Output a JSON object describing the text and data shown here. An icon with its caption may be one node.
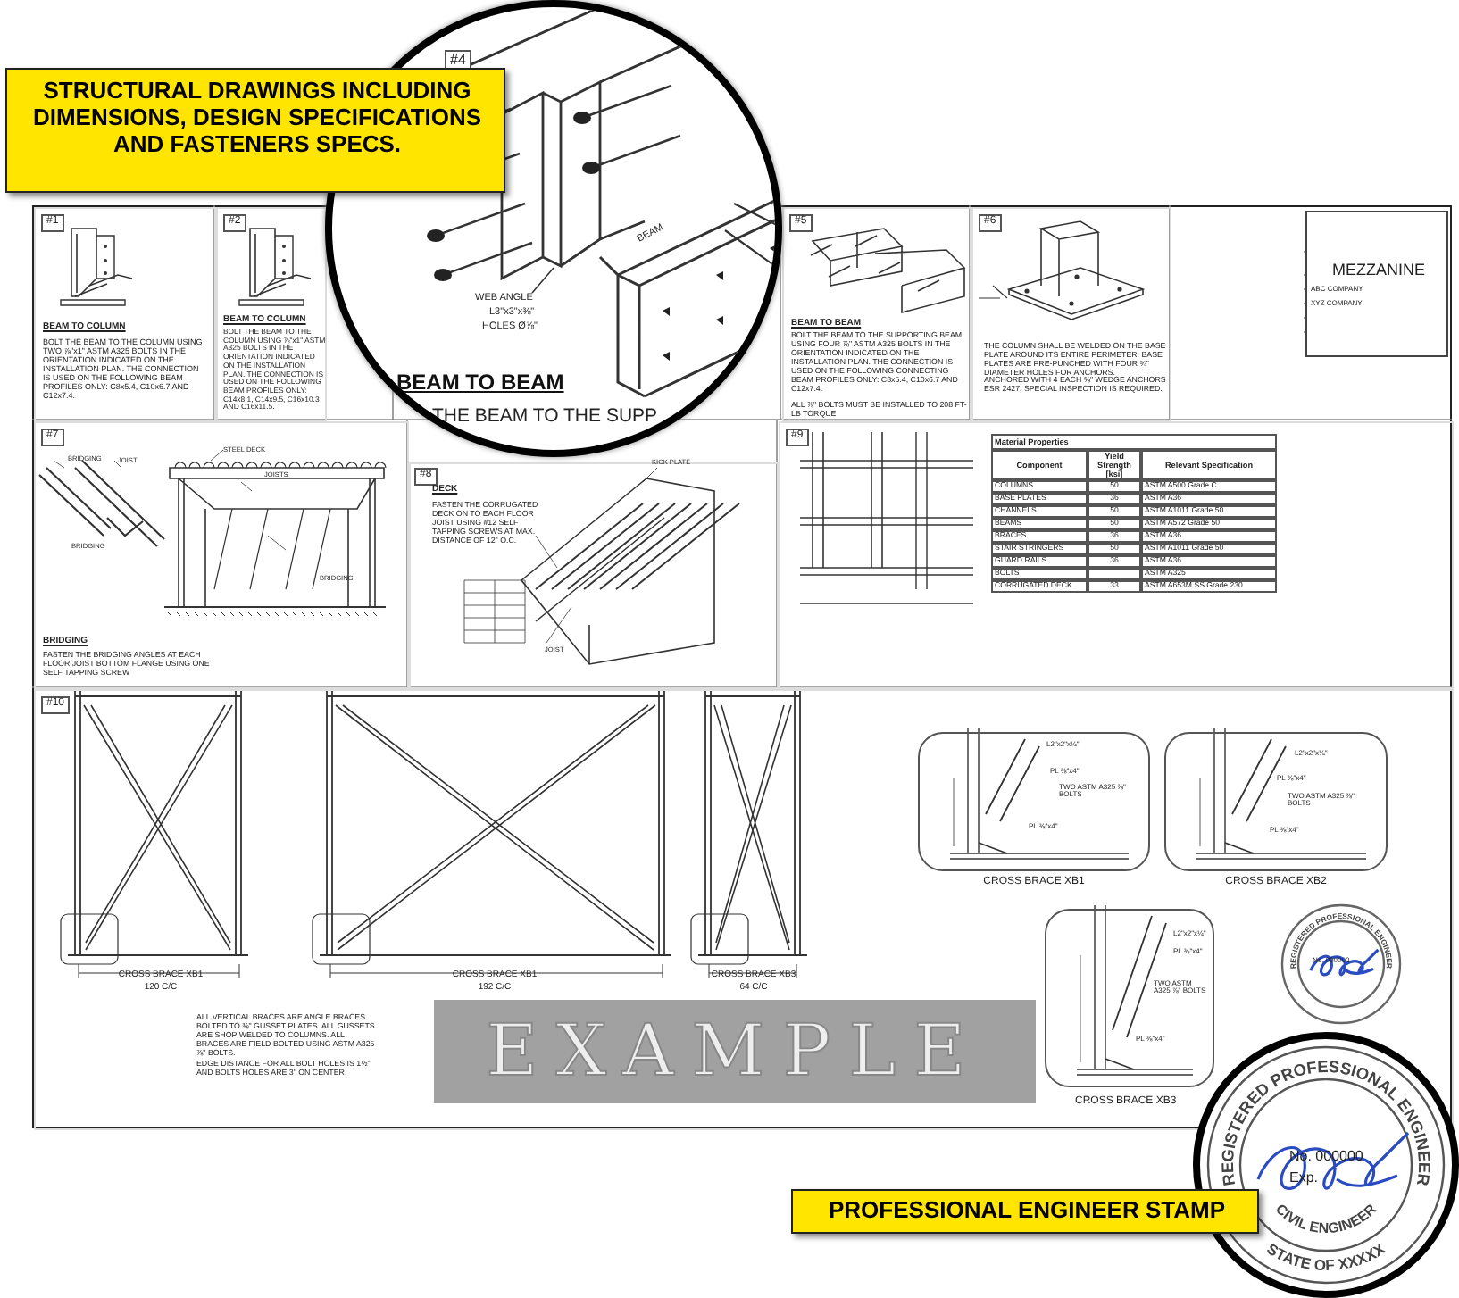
{
  "diagram": {
    "nodes": [
      {
        "text": [],
        "shape": "box"
      },
      {
        "text": [
          "#1",
          "BEAM TO COLUMN",
          "BOLT THE BEAM TO THE COLUMN USING TWO ⅞\"x1\" ASTM A325 BOLTS IN THE ORIENTATION INDICATED ON THE INSTALLATION PLAN. THE CONNECTION IS USED ON THE FOLLOWING BEAM PROFILES ONLY: C8x5.4, C10x6.7 AND C12x7.4."
        ],
        "in": 0
      },
      {
        "text": [
          "#2",
          "BEAM TO COLUMN",
          "BOLT THE BEAM TO THE COLUMN USING ⅞\"x1\" ASTM A325 BOLTS IN THE ORIENTATION INDICATED ON THE INSTALLATION PLAN. THE CONNECTION IS USED ON THE FOLLOWING BEAM PROFILES ONLY: C14x8.1, C14x9.5, C16x10.3 AND C16x11.5."
        ],
        "in": 0
      },
      {
        "text": [
          "#5",
          "BEAM TO BEAM",
          "BOLT THE BEAM TO THE SUPPORTING BEAM USING FOUR ⅞\" ASTM A325 BOLTS IN THE ORIENTATION INDICATED ON THE INSTALLATION PLAN. THE CONNECTION IS USED ON THE FOLLOWING CONNECTING BEAM PROFILES ONLY: C8x5.4, C10x6.7 AND C12x7.4.",
          "ALL ⅞\" BOLTS MUST BE INSTALLED TO 208 FT-LB TORQUE"
        ],
        "in": 0
      },
      {
        "text": [
          "#6",
          "THE COLUMN SHALL BE WELDED ON THE BASE PLATE AROUND ITS ENTIRE PERIMETER. BASE PLATES ARE PRE-PUNCHED WITH FOUR ¾\" DIAMETER HOLES FOR ANCHORS.",
          "ANCHORED WITH 4 EACH ⅝\" WEDGE ANCHORS ESR 2427, SPECIAL INSPECTION IS REQUIRED."
        ],
        "in": 0
      },
      {
        "text": [
          "MEZZANINE",
          "ABC COMPANY",
          "XYZ COMPANY"
        ],
        "in": 0
      },
      {
        "text": [
          "#7",
          "BRIDGING",
          "FASTEN THE BRIDGING ANGLES AT EACH FLOOR JOIST BOTTOM FLANGE USING ONE SELF TAPPING SCREW"
        ],
        "in": 0
      },
      {
        "text": [
          "#8",
          "DECK",
          "FASTEN THE CORRUGATED DECK ON TO EACH FLOOR JOIST USING #12 SELF TAPPING SCREWS AT MAX. DISTANCE OF 12\" O.C."
        ],
        "in": 0
      },
      {
        "text": [
          "#9"
        ],
        "in": 0
      },
      {
        "text": [
          "#10",
          "CROSS BRACE XB1",
          "120 C/C",
          "CROSS BRACE XB1",
          "192 C/C",
          "CROSS BRACE XB3",
          "64 C/C",
          "ALL VERTICAL BRACES ARE ANGLE BRACES BOLTED TO ⅜\" GUSSET PLATES. ALL GUSSETS ARE SHOP WELDED TO COLUMNS. ALL BRACES ARE FIELD BOLTED USING ASTM A325 ⅞\" BOLTS.",
          "EDGE DISTANCE FOR ALL BOLT HOLES IS 1½\" AND BOLTS HOLES ARE 3\" ON CENTER."
        ],
        "in": 0
      },
      {
        "text": [
          "L2\"x2\"x¼\"",
          "PL ⅜\"x4\"",
          "TWO ASTM A325 ⅞\" BOLTS",
          "PL ⅜\"x4\""
        ],
        "beside": [
          "CROSS BRACE XB1"
        ],
        "in": 9
      },
      {
        "text": [
          "L2\"x2\"x¼\"",
          "PL ⅜\"x4\"",
          "TWO ASTM A325 ⅞\" BOLTS",
          "PL ⅜\"x4\""
        ],
        "beside": [
          "CROSS BRACE XB2"
        ],
        "in": 9
      },
      {
        "text": [
          "L2\"x2\"x¼\"",
          "PL ⅜\"x4\"",
          "TWO ASTM A325 ⅞\" BOLTS",
          "PL ⅜\"x4\""
        ],
        "beside": [
          "CROSS BRACE XB3"
        ],
        "in": 9
      },
      {
        "text": [
          "#4",
          "WEB ANGLE",
          "L3\"x3\"x⅜\"",
          "HOLES Ø⅞\"",
          "BEAM",
          "BEAM TO BEAM",
          "THE BEAM TO THE SUPP"
        ]
      },
      {
        "text": [
          "STRUCTURAL DRAWINGS INCLUDING DIMENSIONS, DESIGN SPECIFICATIONS AND FASTENERS SPECS."
        ]
      },
      {
        "text": [
          "REGISTERED PROFESSIONAL ENGINEER",
          "No. 000000"
        ],
        "in": 9
      },
      {
        "text": [
          "REGISTERED PROFESSIONAL ENGINEER",
          "No. 000000",
          "Exp.",
          "CIVIL ENGINEER",
          "STATE OF XXXXX"
        ]
      },
      {
        "text": [
          "PROFESSIONAL ENGINEER STAMP"
        ]
      }
    ],
    "labels": [
      "EXAMPLE",
      "BRIDGING",
      "JOIST",
      "BRIDGING",
      "STEEL DECK",
      "JOISTS",
      "BRIDGING",
      "KICK PLATE",
      "JOIST",
      "Material Properties",
      "Component",
      "Yield Strength [ksi]",
      "Relevant Specification",
      "COLUMNS",
      "50",
      "ASTM A500 Grade C",
      "BASE PLATES",
      "36",
      "ASTM A36",
      "CHANNELS",
      "50",
      "ASTM A1011 Grade 50",
      "BEAMS",
      "50",
      "ASTM A572 Grade 50",
      "BRACES",
      "36",
      "ASTM A36",
      "STAIR STRINGERS",
      "50",
      "ASTM A1011 Grade 50",
      "GUARD RAILS",
      "36",
      "ASTM A36",
      "BOLTS",
      "ASTM A325",
      "CORRUGATED DECK",
      "33",
      "ASTM A653M SS Grade 230"
    ]
  }
}
